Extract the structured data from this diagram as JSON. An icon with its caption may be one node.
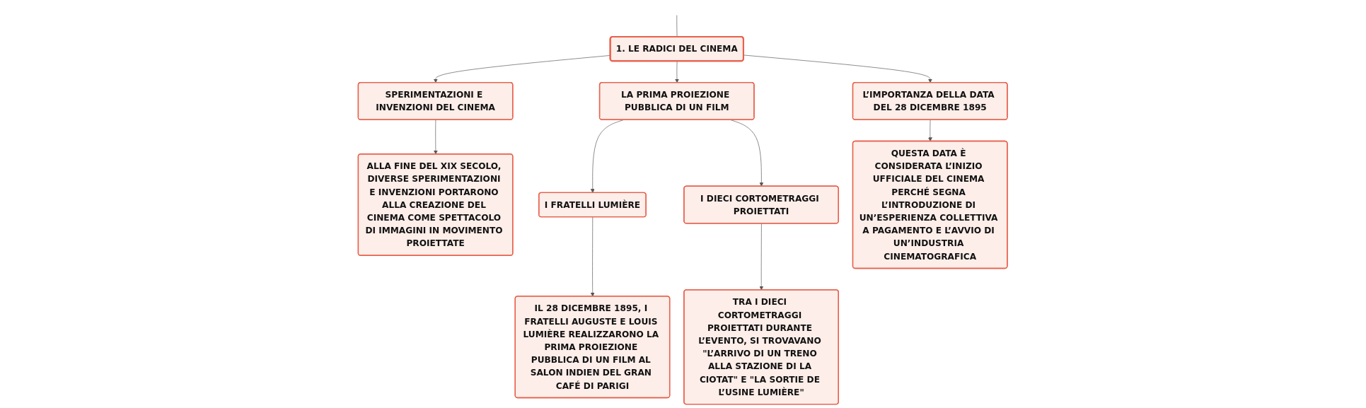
{
  "diagram": {
    "nodes": [
      {
        "text": [
          "1. LE RADICI DEL CINEMA"
        ]
      },
      {
        "text": [
          "SPERIMENTAZIONI E INVENZIONI DEL CINEMA"
        ]
      },
      {
        "text": [
          "LA PRIMA PROIEZIONE PUBBLICA DI UN FILM"
        ]
      },
      {
        "text": [
          "L’IMPORTANZA DELLA DATA DEL 28 DICEMBRE 1895"
        ]
      },
      {
        "text": [
          "ALLA FINE DEL XIX SECOLO, DIVERSE SPERIMENTAZIONI E INVENZIONI PORTARONO ALLA CREAZIONE DEL CINEMA COME SPETTACOLO DI IMMAGINI IN MOVIMENTO PROIETTATE"
        ]
      },
      {
        "text": [
          "I FRATELLI LUMIÈRE"
        ]
      },
      {
        "text": [
          "I DIECI CORTOMETRAGGI PROIETTATI"
        ]
      },
      {
        "text": [
          "IL 28 DICEMBRE 1895, I FRATELLI AUGUSTE E LOUIS LUMIÈRE REALIZZARONO LA PRIMA PROIEZIONE PUBBLICA DI UN FILM AL SALON INDIEN DEL GRAN CAFÉ DI PARIGI"
        ]
      },
      {
        "text": [
          "TRA I DIECI CORTOMETRAGGI PROIETTATI DURANTE L’EVENTO, SI TROVAVANO \"L’ARRIVO DI UN TRENO ALLA STAZIONE DI LA CIOTAT\" E \"LA SORTIE DE L’USINE LUMIÈRE\""
        ]
      },
      {
        "text": [
          "QUESTA DATA È CONSIDERATA L’INIZIO UFFICIALE DEL CINEMA PERCHÉ SEGNA L’INTRODUZIONE DI UN’ESPERIENZA COLLETTIVA A PAGAMENTO E L’AVVIO DI UN’INDUSTRIA CINEMATOGRAFICA"
        ]
      }
    ],
    "edges": [
      {
        "from": null,
        "to": 0,
        "arrow": "none"
      },
      {
        "from": 0,
        "to": 1,
        "arrow": "to"
      },
      {
        "from": 0,
        "to": 2,
        "arrow": "to"
      },
      {
        "from": 0,
        "to": 3,
        "arrow": "to"
      },
      {
        "from": 1,
        "to": 4,
        "arrow": "to"
      },
      {
        "from": 2,
        "to": 5,
        "arrow": "to"
      },
      {
        "from": 2,
        "to": 6,
        "arrow": "to"
      },
      {
        "from": 5,
        "to": 7,
        "arrow": "to"
      },
      {
        "from": 6,
        "to": 8,
        "arrow": "to"
      },
      {
        "from": 3,
        "to": 9,
        "arrow": "to"
      }
    ]
  }
}
